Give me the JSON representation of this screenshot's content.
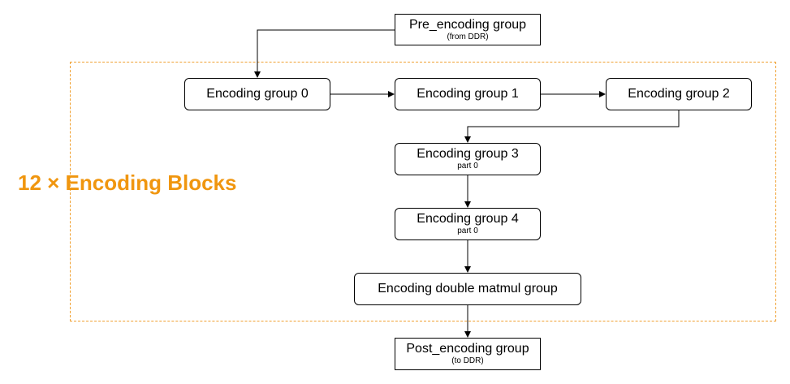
{
  "frame": {
    "title": "12 × Encoding Blocks",
    "title_color": "#f0960f",
    "border_color": "#f0a030"
  },
  "nodes": {
    "pre": {
      "label": "Pre_encoding group",
      "sub": "(from DDR)"
    },
    "g0": {
      "label": "Encoding group 0"
    },
    "g1": {
      "label": "Encoding group 1"
    },
    "g2": {
      "label": "Encoding group 2"
    },
    "g3": {
      "label": "Encoding group 3",
      "sub": "part 0"
    },
    "g4": {
      "label": "Encoding group 4",
      "sub": "part 0"
    },
    "dm": {
      "label": "Encoding double matmul group"
    },
    "post": {
      "label": "Post_encoding group",
      "sub": "(to DDR)"
    }
  }
}
